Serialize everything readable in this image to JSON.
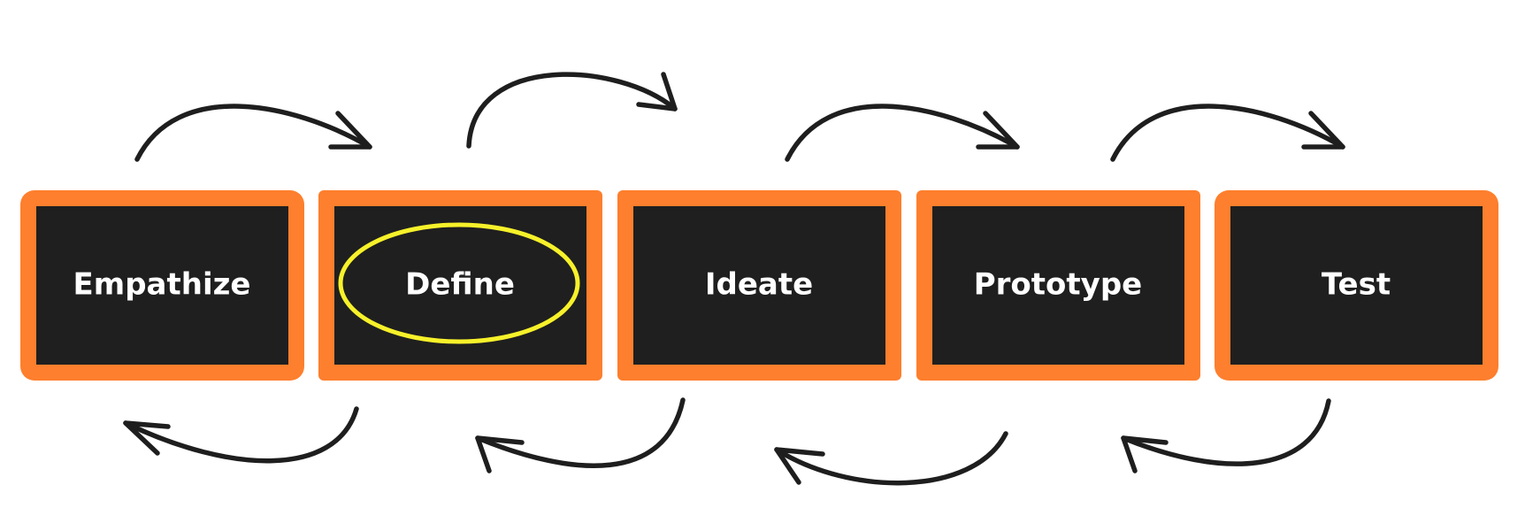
{
  "diagram": {
    "stages": [
      {
        "label": "Empathize",
        "highlighted": false
      },
      {
        "label": "Define",
        "highlighted": true
      },
      {
        "label": "Ideate",
        "highlighted": false
      },
      {
        "label": "Prototype",
        "highlighted": false
      },
      {
        "label": "Test",
        "highlighted": false
      }
    ],
    "colors": {
      "box_border": "#fe7f2d",
      "box_fill": "#1f1f1f",
      "label_text": "#ffffff",
      "highlight": "#f7f12a",
      "arrow": "#1e1e1e"
    }
  }
}
